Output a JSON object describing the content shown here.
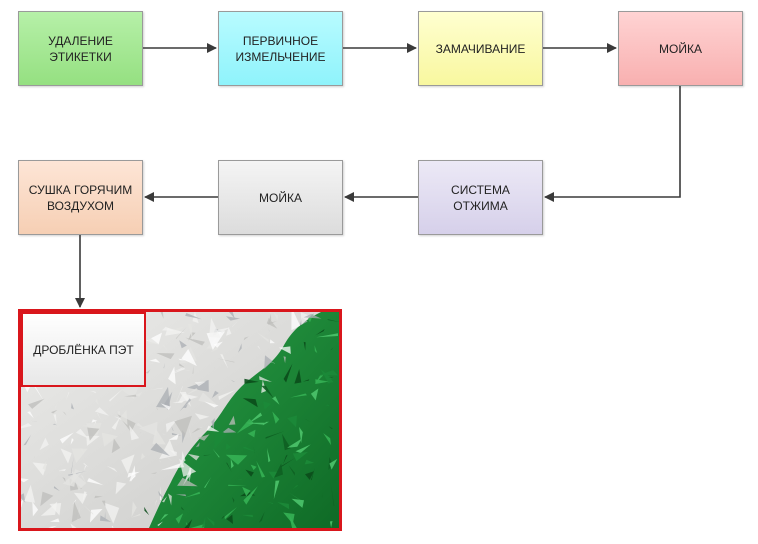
{
  "steps": [
    {
      "line1": "УДАЛЕНИЕ",
      "line2": "ЭТИКЕТКИ"
    },
    {
      "line1": "ПЕРВИЧНОЕ",
      "line2": "ИЗМЕЛЬЧЕНИЕ"
    },
    {
      "line1": "ЗАМАЧИВАНИЕ",
      "line2": ""
    },
    {
      "line1": "МОЙКА",
      "line2": ""
    },
    {
      "line1": "СУШКА ГОРЯЧИМ",
      "line2": "ВОЗДУХОМ"
    },
    {
      "line1": "МОЙКА",
      "line2": ""
    },
    {
      "line1": "СИСТЕМА",
      "line2": "ОТЖИМА"
    }
  ],
  "result": {
    "label": "ДРОБЛЁНКА ПЭТ"
  },
  "colors": {
    "arrow": "#3a3a3a",
    "frame": "#d9161c",
    "flake_clear": "#d7d7d5",
    "flake_green": "#1e8f3a"
  }
}
